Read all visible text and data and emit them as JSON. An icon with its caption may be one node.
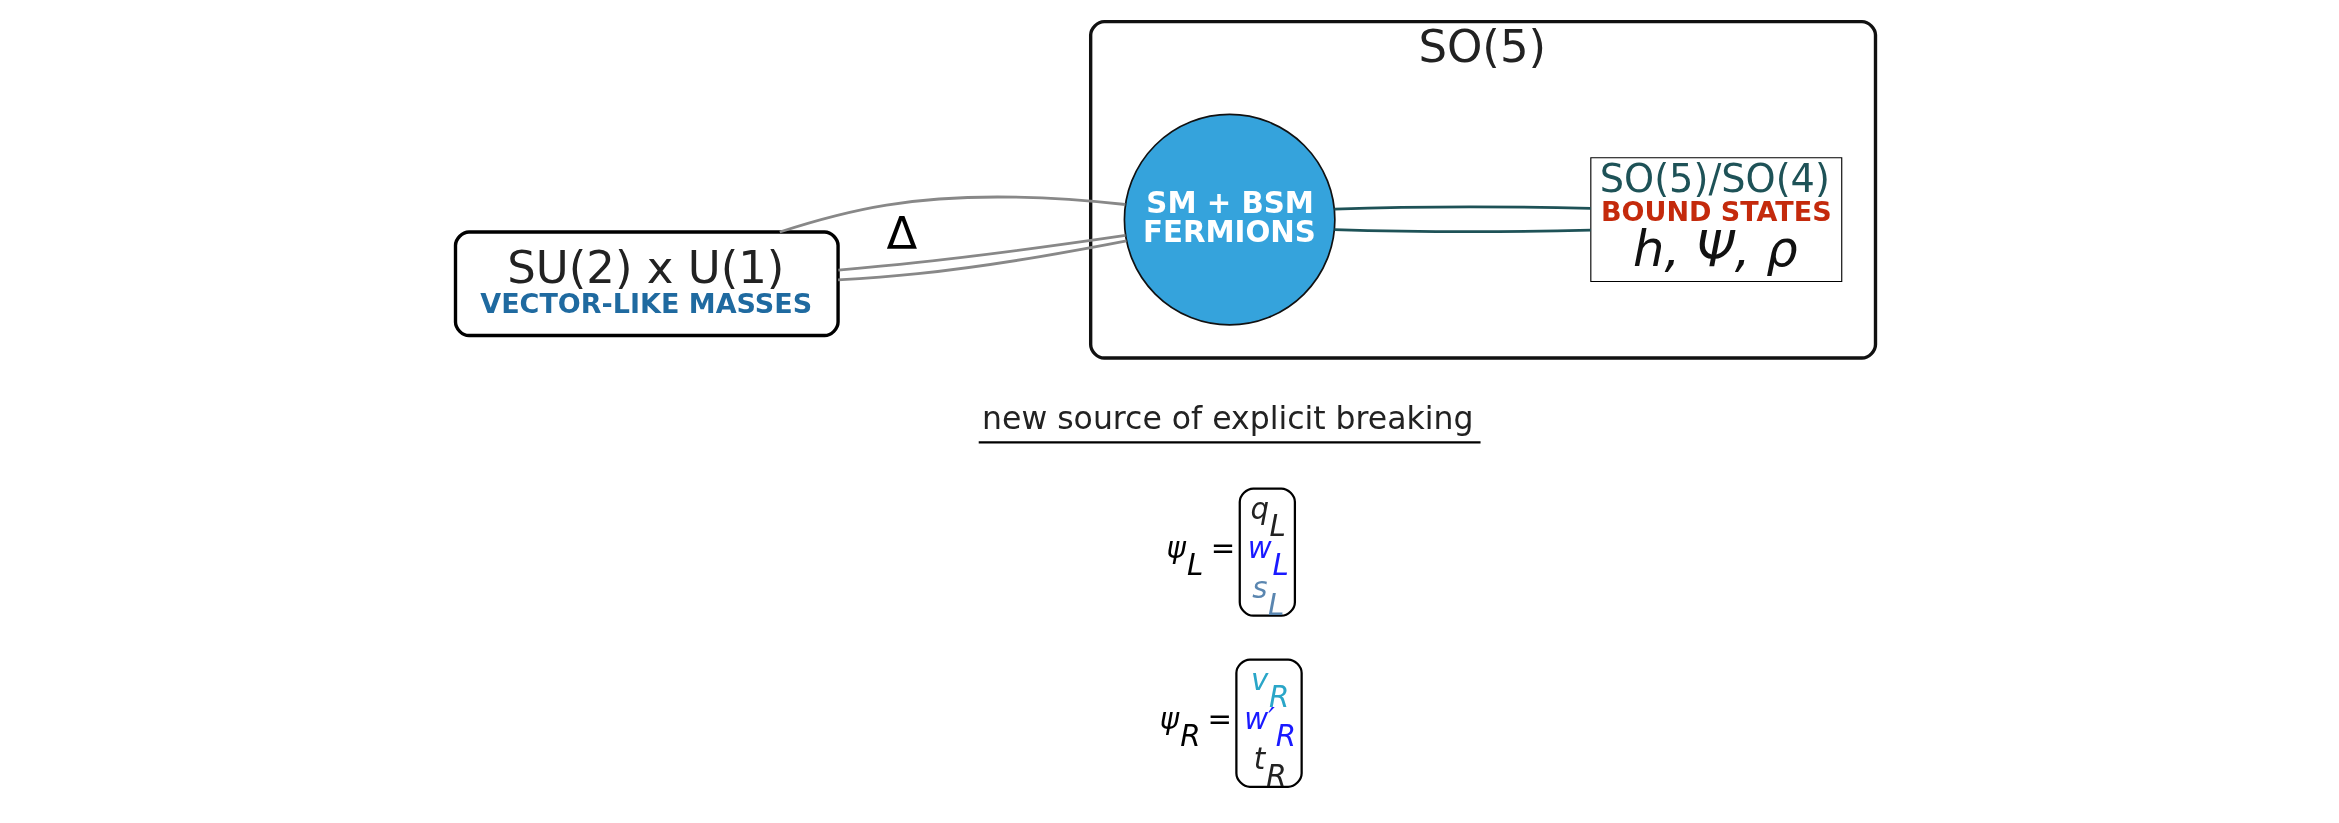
{
  "diagram": {
    "nodes": [
      {
        "text": [
          "SO(5)"
        ]
      },
      {
        "text": [
          "SU(2) x U(1)",
          "VECTOR-LIKE MASSES"
        ]
      },
      {
        "text": [
          "SM + BSM FERMIONS"
        ],
        "in": 0
      },
      {
        "text": [
          "SO(5)/SO(4)",
          "BOUND STATES",
          "h, Ψ, ρ"
        ],
        "in": 0
      }
    ],
    "edges": [
      {
        "from": 1,
        "to": 2,
        "arrow": "none"
      },
      {
        "from": 1,
        "to": 2,
        "arrow": "none",
        "label": "Δ"
      },
      {
        "from": 1,
        "to": 2,
        "arrow": "none"
      },
      {
        "from": 2,
        "to": 3,
        "arrow": "none",
        "color": "#1e5257"
      },
      {
        "from": 2,
        "to": 3,
        "arrow": "none",
        "color": "#1e5257"
      }
    ],
    "labels": [
      "new source of explicit breaking",
      "ψ$_{L}$ =",
      "q$_{L}$",
      "w$_{L}$",
      "s$_{L}$",
      "ψ$_{R}$ =",
      "v$_{R}$",
      "w′$_{R}$",
      "t$_{R}$"
    ]
  }
}
